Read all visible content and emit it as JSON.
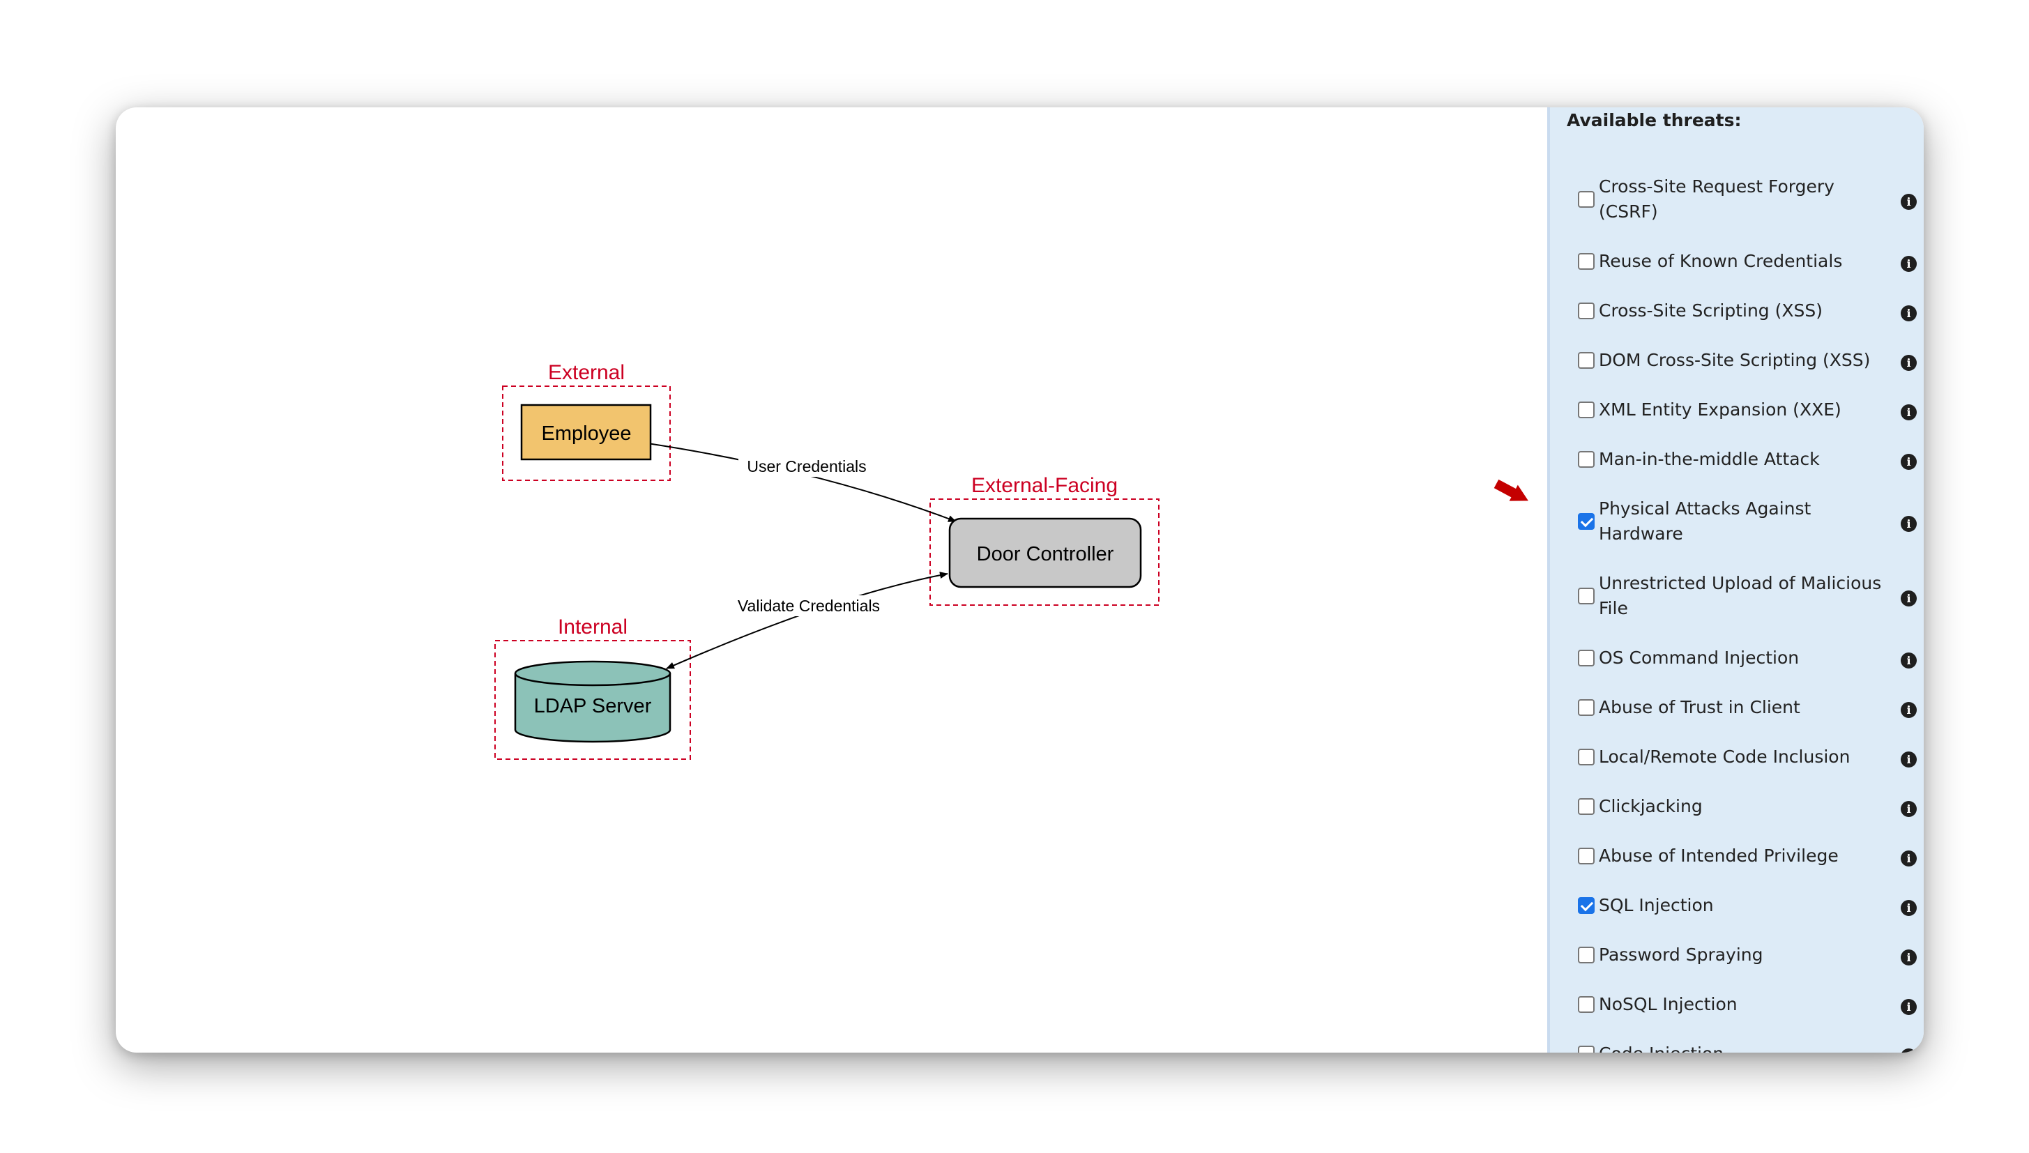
{
  "diagram": {
    "zones": [
      {
        "id": "external",
        "label": "External"
      },
      {
        "id": "external_facing",
        "label": "External-Facing"
      },
      {
        "id": "internal",
        "label": "Internal"
      }
    ],
    "nodes": [
      {
        "id": "employee",
        "label": "Employee",
        "fill": "#f2c46e"
      },
      {
        "id": "door_controller",
        "label": "Door Controller",
        "fill": "#c8c8c8"
      },
      {
        "id": "ldap_server",
        "label": "LDAP Server",
        "fill": "#8cc2b8"
      }
    ],
    "edges": [
      {
        "from": "employee",
        "to": "door_controller",
        "label": "User Credentials"
      },
      {
        "from": "door_controller",
        "to": "ldap_server",
        "label": "Validate Credentials",
        "bidirectional": true
      }
    ],
    "zone_color": "#cc0022"
  },
  "panel": {
    "title": "Available threats:",
    "info_icon": "i",
    "threats": [
      {
        "label": "Cross-Site Request Forgery (CSRF)",
        "checked": false
      },
      {
        "label": "Reuse of Known Credentials",
        "checked": false
      },
      {
        "label": "Cross-Site Scripting (XSS)",
        "checked": false
      },
      {
        "label": "DOM Cross-Site Scripting (XSS)",
        "checked": false
      },
      {
        "label": "XML Entity Expansion (XXE)",
        "checked": false
      },
      {
        "label": "Man-in-the-middle Attack",
        "checked": false
      },
      {
        "label": "Physical Attacks Against Hardware",
        "checked": true
      },
      {
        "label": "Unrestricted Upload of Malicious File",
        "checked": false
      },
      {
        "label": "OS Command Injection",
        "checked": false
      },
      {
        "label": "Abuse of Trust in Client",
        "checked": false
      },
      {
        "label": "Local/Remote Code Inclusion",
        "checked": false
      },
      {
        "label": "Clickjacking",
        "checked": false
      },
      {
        "label": "Abuse of Intended Privilege",
        "checked": false
      },
      {
        "label": "SQL Injection",
        "checked": true
      },
      {
        "label": "Password Spraying",
        "checked": false
      },
      {
        "label": "NoSQL Injection",
        "checked": false
      },
      {
        "label": "Code Injection",
        "checked": false
      }
    ]
  },
  "annotation": {
    "arrow_color": "#c40000",
    "points_to": "Physical Attacks Against Hardware"
  }
}
